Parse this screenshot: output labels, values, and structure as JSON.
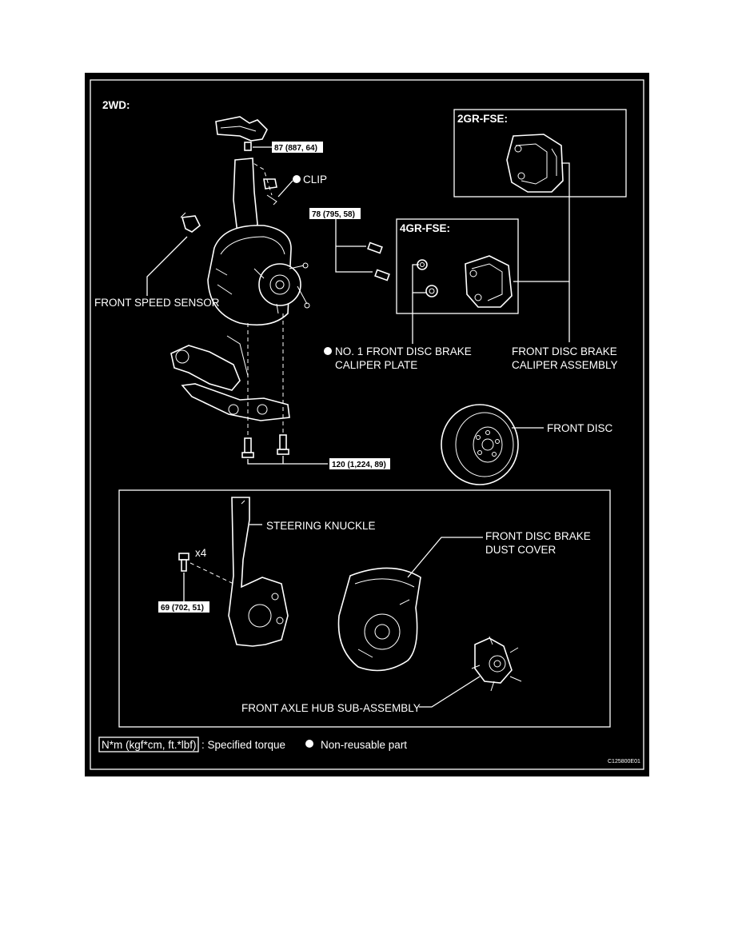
{
  "heading": "2WD:",
  "variants": {
    "gr": "2GR-FSE:",
    "fourgr": "4GR-FSE:"
  },
  "labels": {
    "clip": "CLIP",
    "front_speed_sensor": "FRONT SPEED SENSOR",
    "caliper_plate_line1": "NO. 1 FRONT DISC BRAKE",
    "caliper_plate_line2": "CALIPER PLATE",
    "caliper_assembly_line1": "FRONT DISC BRAKE",
    "caliper_assembly_line2": "CALIPER ASSEMBLY",
    "front_disc": "FRONT DISC",
    "steering_knuckle": "STEERING KNUCKLE",
    "dust_cover_line1": "FRONT DISC BRAKE",
    "dust_cover_line2": "DUST COVER",
    "hub": "FRONT AXLE HUB SUB-ASSEMBLY",
    "bolt_count": "x4"
  },
  "torques": {
    "upper_arm": "87 (887, 64)",
    "caliper": "78 (795, 58)",
    "lower_ball_joint": "120 (1,224, 89)",
    "hub_bolts": "69 (702, 51)"
  },
  "legend": {
    "unit": "N*m (kgf*cm, ft.*lbf)",
    "specified_torque": ": Specified torque",
    "non_reusable": "Non-reusable part"
  },
  "figure_code": "C125800E01",
  "colors": {
    "background": "#000000",
    "foreground": "#ffffff",
    "page": "#ffffff"
  }
}
